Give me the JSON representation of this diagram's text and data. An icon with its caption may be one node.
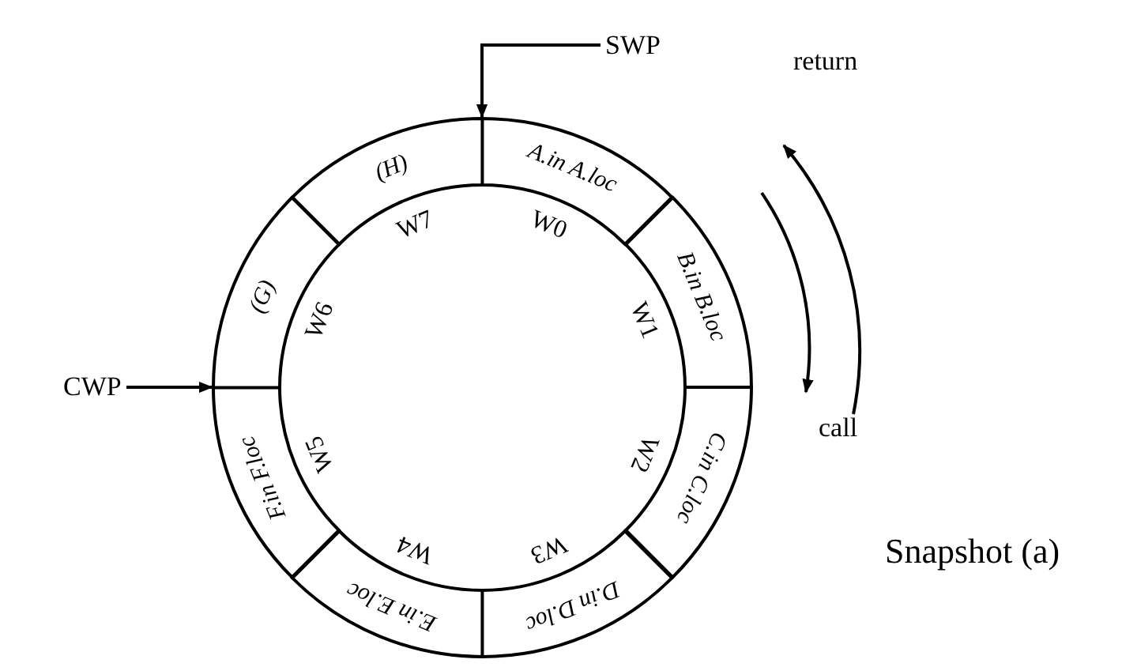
{
  "diagram": {
    "caption": "Snapshot (a)",
    "nodes": [
      {
        "text": [
          "A.in A.loc"
        ]
      },
      {
        "text": [
          "B.in B.loc"
        ]
      },
      {
        "text": [
          "C.in C.loc"
        ]
      },
      {
        "text": [
          "D.in D.loc"
        ]
      },
      {
        "text": [
          "E.in E.loc"
        ]
      },
      {
        "text": [
          "F.in F.loc"
        ]
      },
      {
        "text": [
          "(G)"
        ]
      },
      {
        "text": [
          "(H)"
        ]
      },
      {
        "text": [
          "SWP"
        ]
      },
      {
        "text": [
          "CWP"
        ]
      }
    ],
    "edges": [
      {
        "from": 8,
        "to": 0,
        "arrow": "to"
      },
      {
        "from": 9,
        "to": 5,
        "arrow": "to"
      }
    ],
    "labels": [
      "return",
      "W7",
      "W0",
      "W6",
      "W1",
      "call",
      "W5",
      "W2",
      "W4",
      "W3"
    ]
  }
}
